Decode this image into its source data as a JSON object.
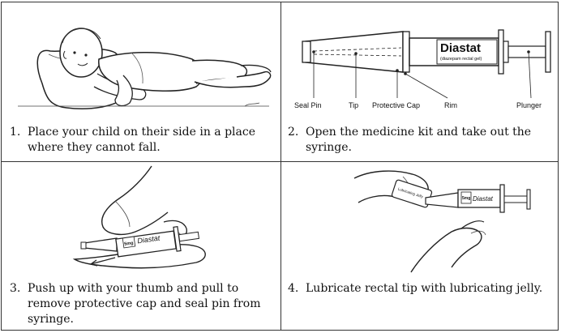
{
  "steps": [
    {
      "number": "1.",
      "text": "Place your child on their side in a place where they cannot fall."
    },
    {
      "number": "2.",
      "text": "Open the medicine kit and take out the syringe."
    },
    {
      "number": "3.",
      "text": "Push up with your thumb and pull to remove protective cap and seal pin from syringe."
    },
    {
      "number": "4.",
      "text": "Lubricate rectal tip with lubricating jelly."
    }
  ],
  "syringe_diagram": {
    "brand": "Diastat",
    "subtitle": "(diazepam rectal gel)",
    "labels": {
      "seal_pin": "Seal Pin",
      "tip": "Tip",
      "protective_cap": "Protective Cap",
      "rim": "Rim",
      "plunger": "Plunger"
    }
  },
  "step3_syringe": {
    "dose": "5mg",
    "brand": "Diastat"
  },
  "step4_syringe": {
    "dose": "5mg",
    "brand": "Diastat",
    "jelly_label": "Lubricating Jelly"
  },
  "icons": [
    "child-lying-illustration",
    "syringe-diagram",
    "hands-removing-cap-illustration",
    "hands-lubricating-tip-illustration",
    "pull-arrow-icon"
  ]
}
